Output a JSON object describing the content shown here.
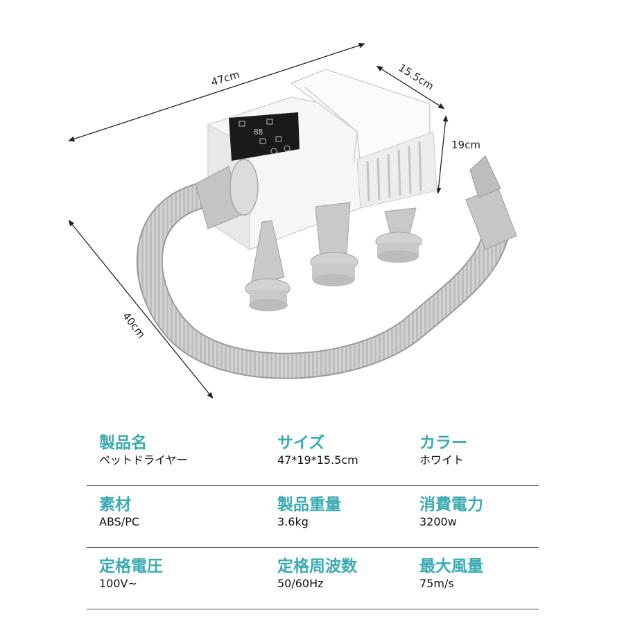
{
  "dimensions": {
    "width": "47cm",
    "depth": "15.5cm",
    "height": "19cm",
    "hose": "40cm"
  },
  "specs": [
    [
      {
        "label": "製品名",
        "value": "ペットドライヤー"
      },
      {
        "label": "サイズ",
        "value": "47*19*15.5cm"
      },
      {
        "label": "カラー",
        "value": "ホワイト"
      }
    ],
    [
      {
        "label": "素材",
        "value": "ABS/PC"
      },
      {
        "label": "製品重量",
        "value": "3.6kg"
      },
      {
        "label": "消費電力",
        "value": "3200w"
      }
    ],
    [
      {
        "label": "定格電圧",
        "value": "100V~"
      },
      {
        "label": "定格周波数",
        "value": "50/60Hz"
      },
      {
        "label": "最大風量",
        "value": "75m/s"
      }
    ]
  ],
  "colors": {
    "accent": "#3aaab3",
    "body": "#f4f4f4",
    "nozzle": "#c8c8c8",
    "panel": "#1a1a1a"
  }
}
